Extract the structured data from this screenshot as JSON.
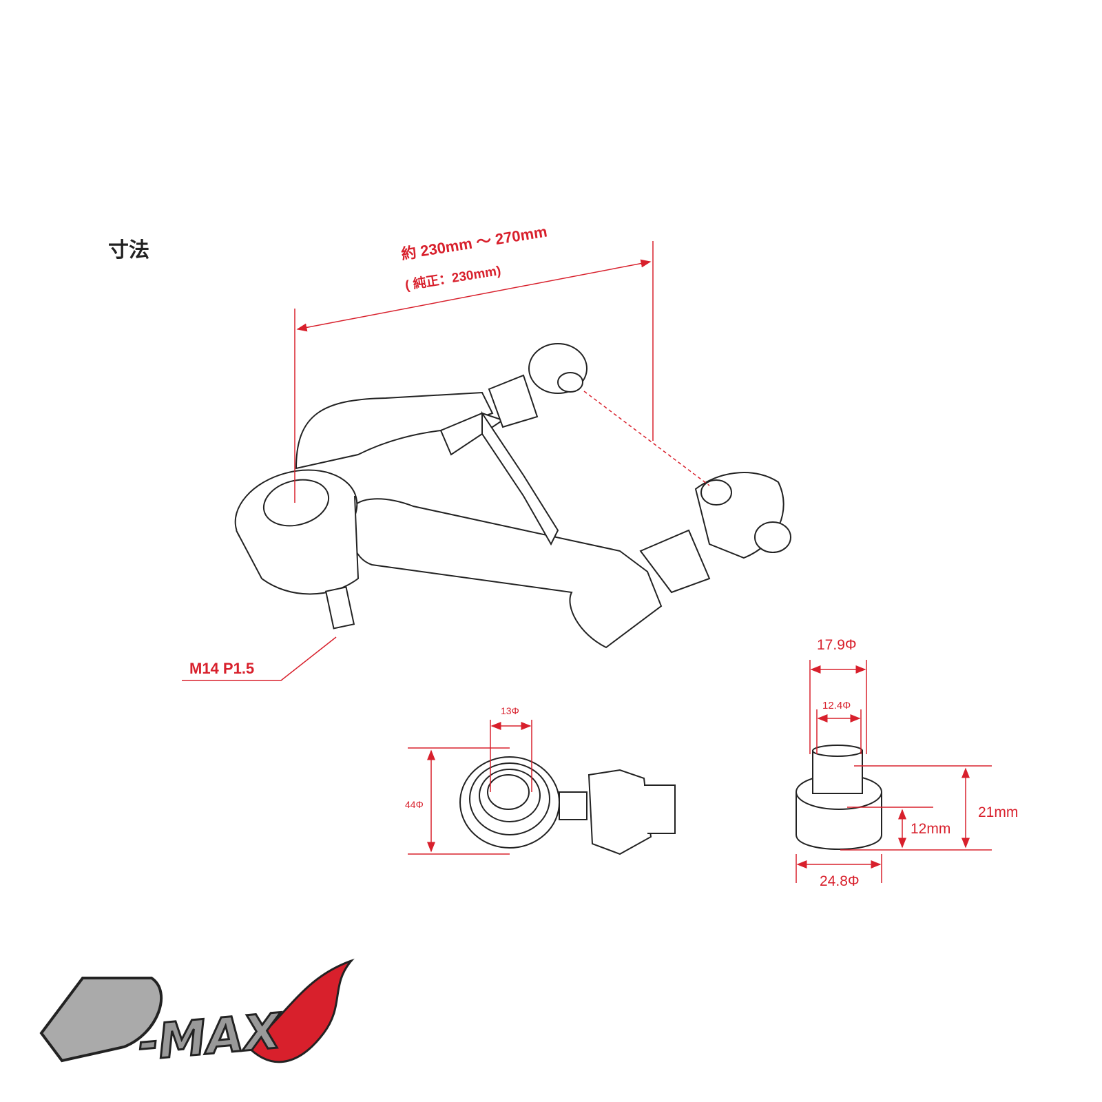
{
  "title": "寸法",
  "dimensions": {
    "length_range": "約 230mm ～ 270mm",
    "length_stock": "( 純正：230mm)",
    "thread": "M14 P1.5",
    "inner_13": "13Φ",
    "outer_44": "44Φ",
    "collar_179": "17.9Φ",
    "collar_124": "12.4Φ",
    "height_21": "21mm",
    "height_12": "12mm",
    "base_248": "24.8Φ"
  },
  "logo": {
    "text": "D-MAX"
  },
  "colors": {
    "dimension": "#d8202c",
    "line": "#222222"
  }
}
